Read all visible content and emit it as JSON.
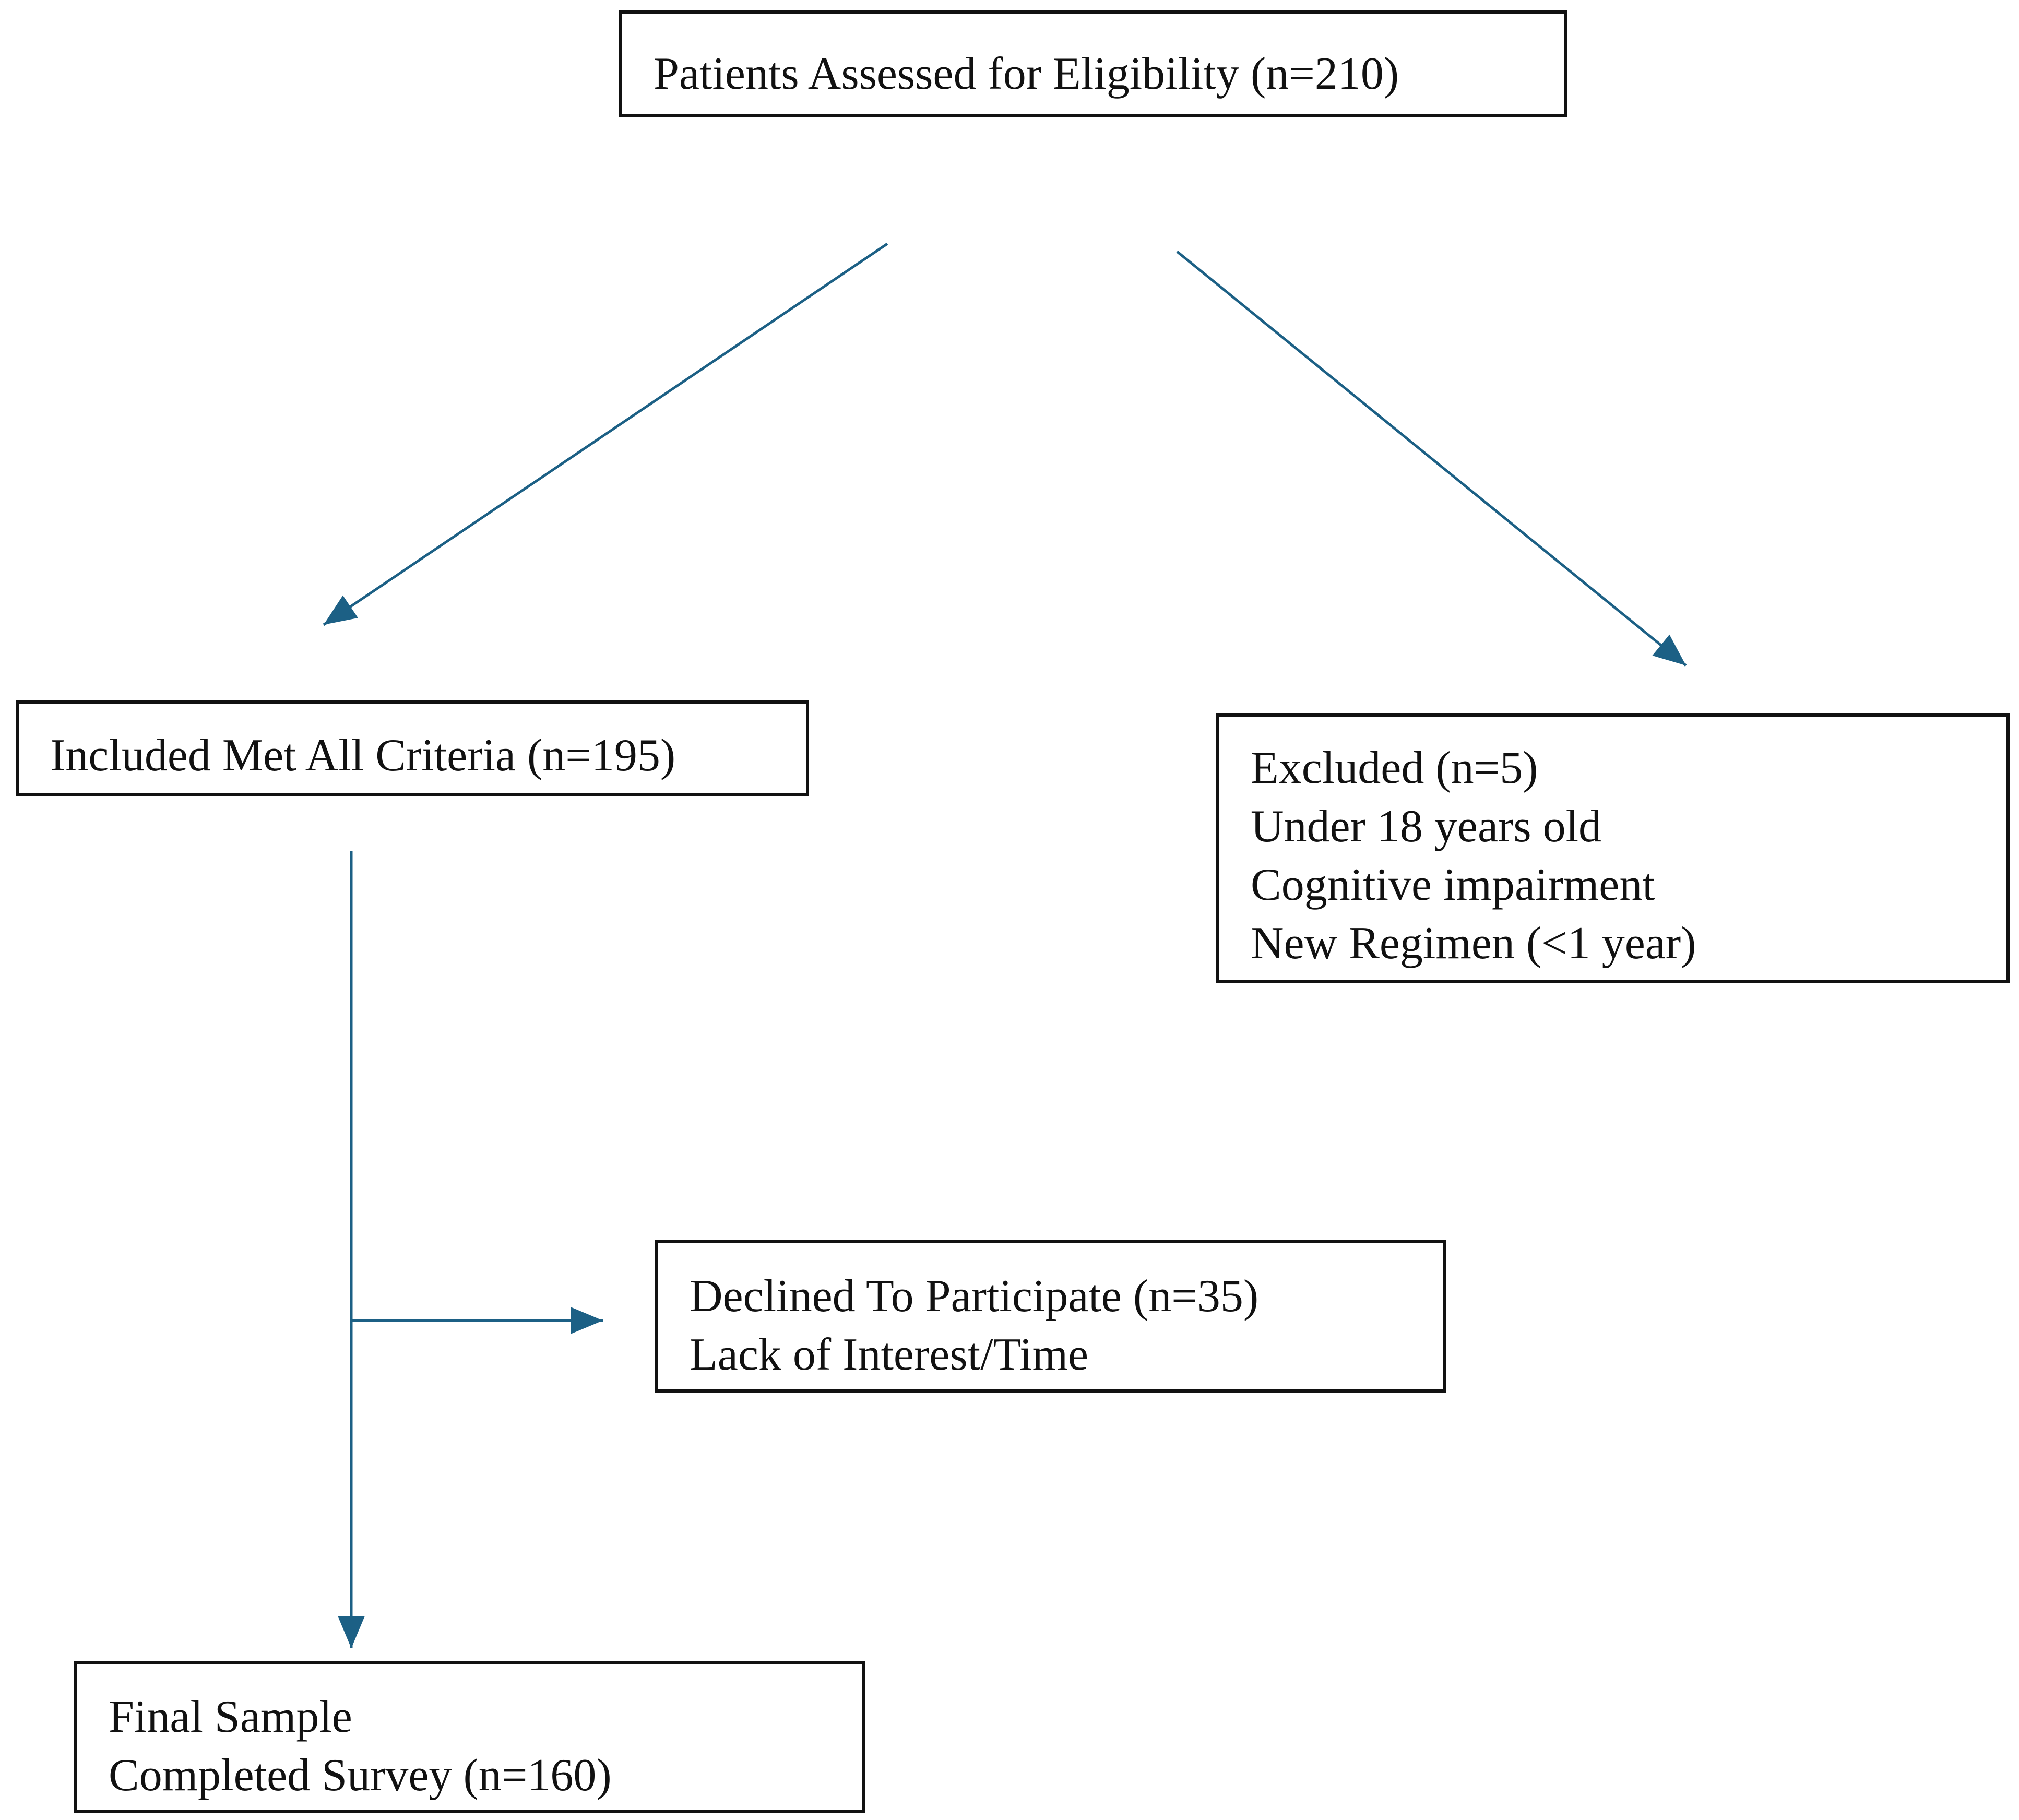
{
  "diagram": {
    "edge_color": "#1c6085",
    "border_color": "#111111",
    "nodes": {
      "assessed": {
        "lines": [
          "Patients Assessed for Eligibility (n=210)"
        ]
      },
      "included": {
        "lines": [
          "Included Met All Criteria (n=195)"
        ]
      },
      "excluded": {
        "lines": [
          "Excluded (n=5)",
          "Under 18 years old",
          "Cognitive impairment",
          "New Regimen (<1 year)"
        ]
      },
      "declined": {
        "lines": [
          "Declined To Participate (n=35)",
          "Lack of Interest/Time"
        ]
      },
      "final": {
        "lines": [
          "Final Sample",
          "Completed Survey (n=160)"
        ]
      }
    },
    "edges": [
      {
        "from": "assessed",
        "to": "included"
      },
      {
        "from": "assessed",
        "to": "excluded"
      },
      {
        "from": "included",
        "to": "final"
      },
      {
        "from": "included",
        "to": "declined"
      }
    ]
  }
}
